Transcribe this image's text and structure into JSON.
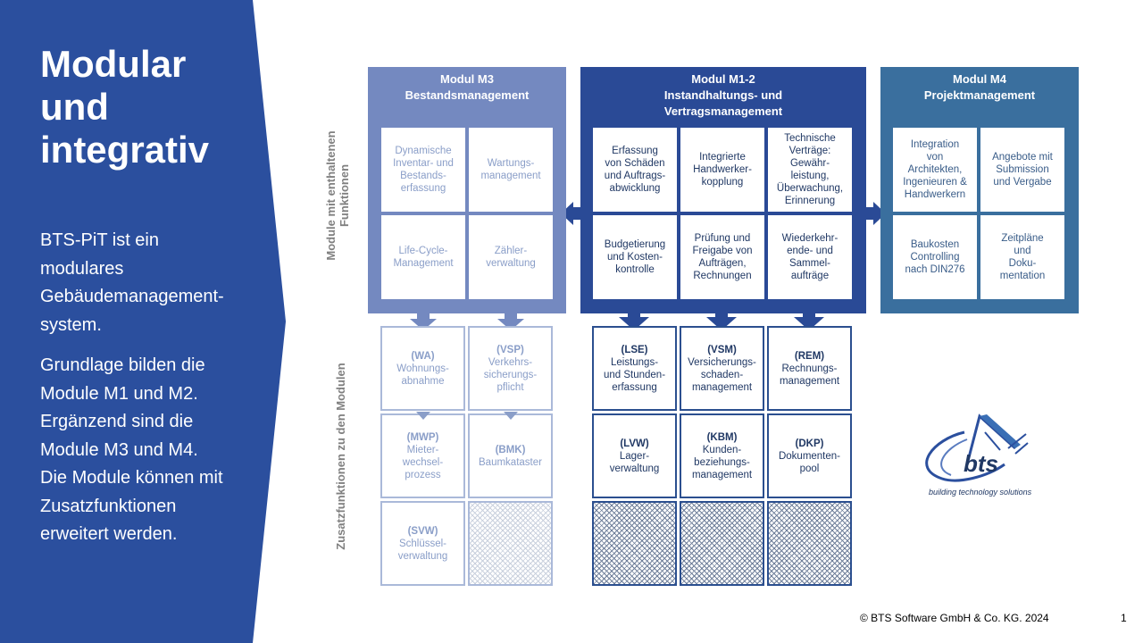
{
  "sidebar": {
    "title_lines": [
      "Modular",
      "und",
      "integrativ"
    ],
    "paragraph1_lines": [
      "BTS-PiT ist ein",
      "modulares",
      "Gebäudemanagement-",
      "system."
    ],
    "paragraph2_lines": [
      "Grundlage bilden die",
      "Module M1  und M2.",
      "Ergänzend sind die",
      "Module M3  und M4.",
      "Die Module können mit",
      "Zusatzfunktionen",
      "erweitert werden."
    ],
    "color": "#2b4f9e"
  },
  "vertical_labels": {
    "modules": [
      "Module mit enthaltenen",
      "Funktionen"
    ],
    "additional": [
      "Zusatzfunktionen zu den Modulen"
    ]
  },
  "modules": [
    {
      "id": "m3",
      "color": "#7489c0",
      "header_lines": [
        "Modul M3",
        "Bestandsmanagement"
      ],
      "functions": [
        [
          "Dynamische",
          "Inventar- und",
          "Bestands-",
          "erfassung"
        ],
        [
          "Wartungs-",
          "management"
        ],
        [
          "Life-Cycle-",
          "Management"
        ],
        [
          "Zähler-",
          "verwaltung"
        ]
      ]
    },
    {
      "id": "m12",
      "color": "#2a4a96",
      "header_lines": [
        "Modul M1-2",
        "Instandhaltungs- und",
        "Vertragsmanagement"
      ],
      "functions": [
        [
          "Erfassung",
          "von Schäden",
          "und Auftrags-",
          "abwicklung"
        ],
        [
          "Integrierte",
          "Handwerker-",
          "kopplung"
        ],
        [
          "Technische",
          "Verträge:",
          "Gewähr-",
          "leistung,",
          "Überwachung,",
          "Erinnerung"
        ],
        [
          "Budgetierung",
          "und Kosten-",
          "kontrolle"
        ],
        [
          "Prüfung und",
          "Freigabe von",
          "Aufträgen,",
          "Rechnungen"
        ],
        [
          "Wiederkehr-",
          "ende- und",
          "Sammel-",
          "aufträge"
        ]
      ]
    },
    {
      "id": "m4",
      "color": "#3a6f9e",
      "header_lines": [
        "Modul M4",
        "Projektmanagement"
      ],
      "functions": [
        [
          "Integration",
          "von",
          "Architekten,",
          "Ingenieuren &",
          "Handwerkern"
        ],
        [
          "Angebote mit",
          "Submission",
          "und Vergabe"
        ],
        [
          "Baukosten",
          "Controlling",
          "nach DIN276"
        ],
        [
          "Zeitpläne",
          "und",
          "Doku-",
          "mentation"
        ]
      ]
    }
  ],
  "additional_m3": [
    {
      "code": "(WA)",
      "lines": [
        "Wohnungs-",
        "abnahme"
      ]
    },
    {
      "code": "(VSP)",
      "lines": [
        "Verkehrs-",
        "sicherungs-",
        "pflicht"
      ]
    },
    {
      "code": "(MWP)",
      "lines": [
        "Mieter-",
        "wechsel-",
        "prozess"
      ]
    },
    {
      "code": "(BMK)",
      "lines": [
        "Baumkataster"
      ]
    },
    {
      "code": "(SVW)",
      "lines": [
        "Schlüssel-",
        "verwaltung"
      ]
    }
  ],
  "additional_m12": [
    {
      "code": "(LSE)",
      "lines": [
        "Leistungs-",
        "und Stunden-",
        "erfassung"
      ]
    },
    {
      "code": "(VSM)",
      "lines": [
        "Versicherungs-",
        "schaden-",
        "management"
      ]
    },
    {
      "code": "(REM)",
      "lines": [
        "Rechnungs-",
        "management"
      ]
    },
    {
      "code": "(LVW)",
      "lines": [
        "Lager-",
        "verwaltung"
      ]
    },
    {
      "code": "(KBM)",
      "lines": [
        "Kunden-",
        "beziehungs-",
        "management"
      ]
    },
    {
      "code": "(DKP)",
      "lines": [
        "Dokumenten-",
        "pool"
      ]
    }
  ],
  "logo": {
    "wordmark": "bts",
    "tagline": "building technology solutions"
  },
  "footer": {
    "copyright": "© BTS Software GmbH & Co. KG. 2024",
    "page_number": "1"
  }
}
